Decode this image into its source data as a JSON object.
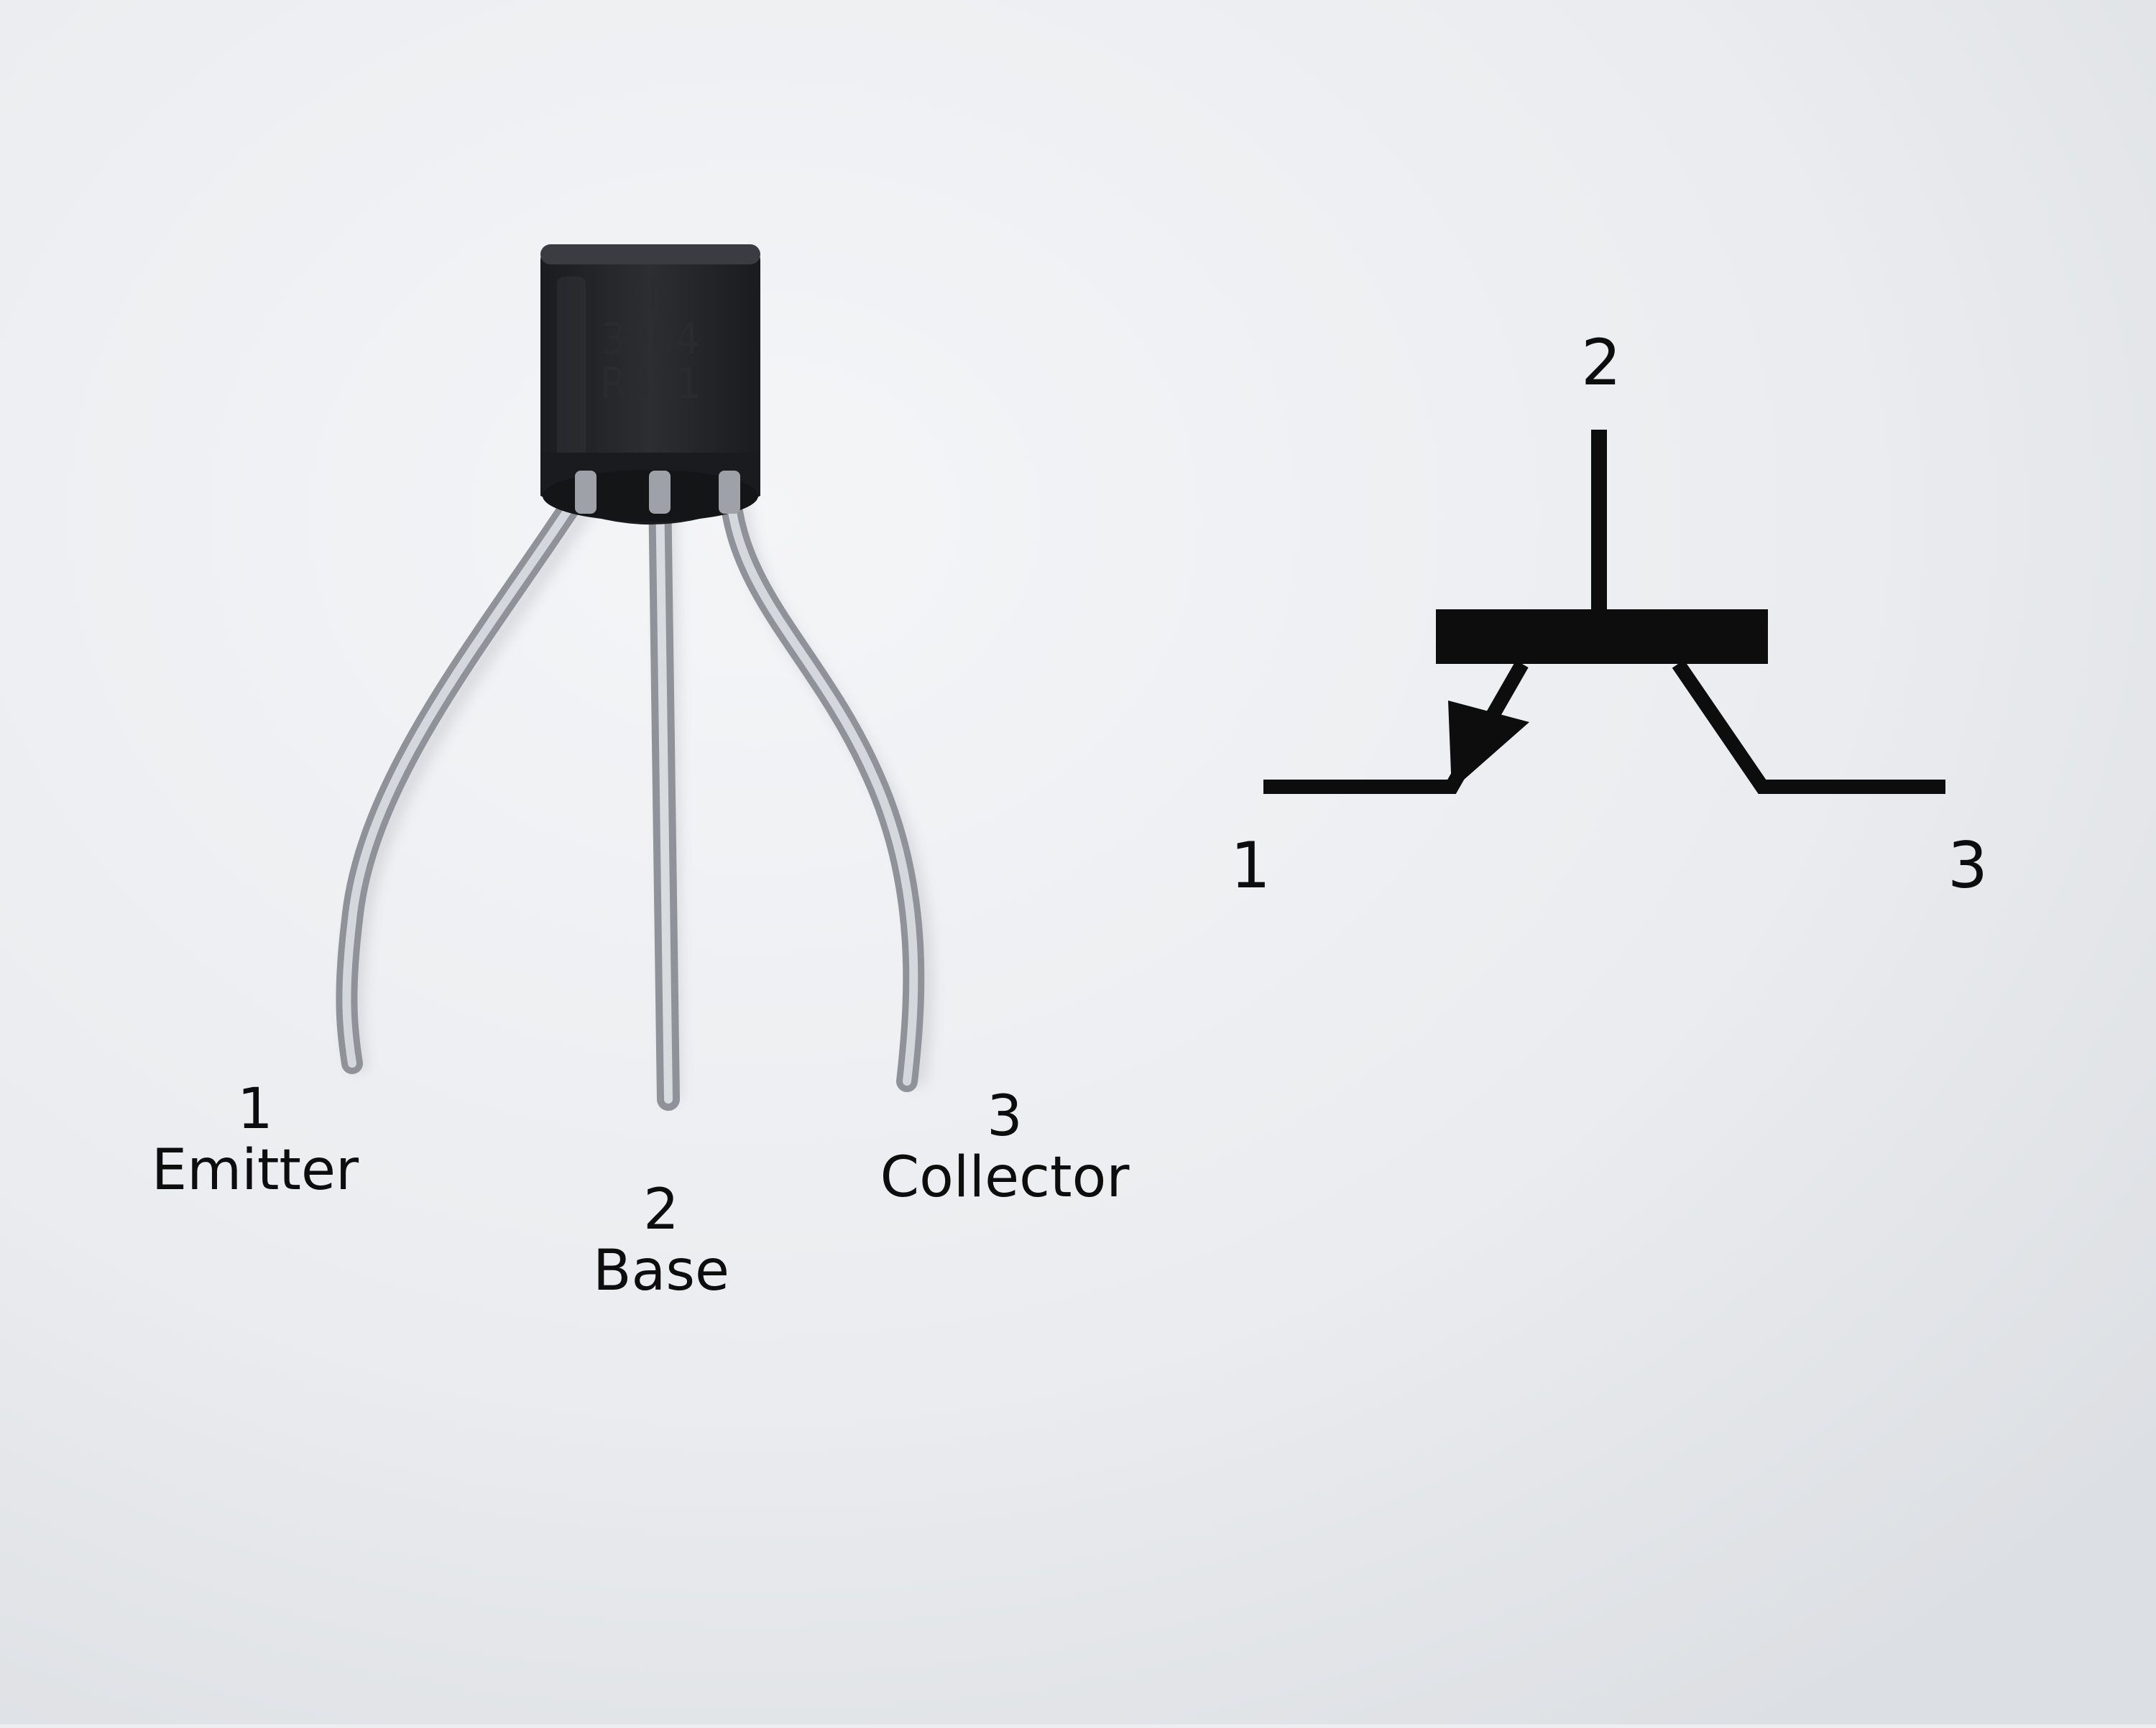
{
  "photo": {
    "part_marking": [
      "2N",
      "3904",
      "R331"
    ],
    "pins": [
      {
        "number": "1",
        "name": "Emitter"
      },
      {
        "number": "2",
        "name": "Base"
      },
      {
        "number": "3",
        "name": "Collector"
      }
    ]
  },
  "symbol": {
    "pin_left": "1",
    "pin_top": "2",
    "pin_right": "3"
  },
  "colors": {
    "background": "#eceef1",
    "package_body": "#222326",
    "lead": "#b8bcc2",
    "ink": "#0d0d0d"
  },
  "icons": {
    "transistor_package": "to-92-photo",
    "schematic": "npn-transistor-symbol"
  }
}
